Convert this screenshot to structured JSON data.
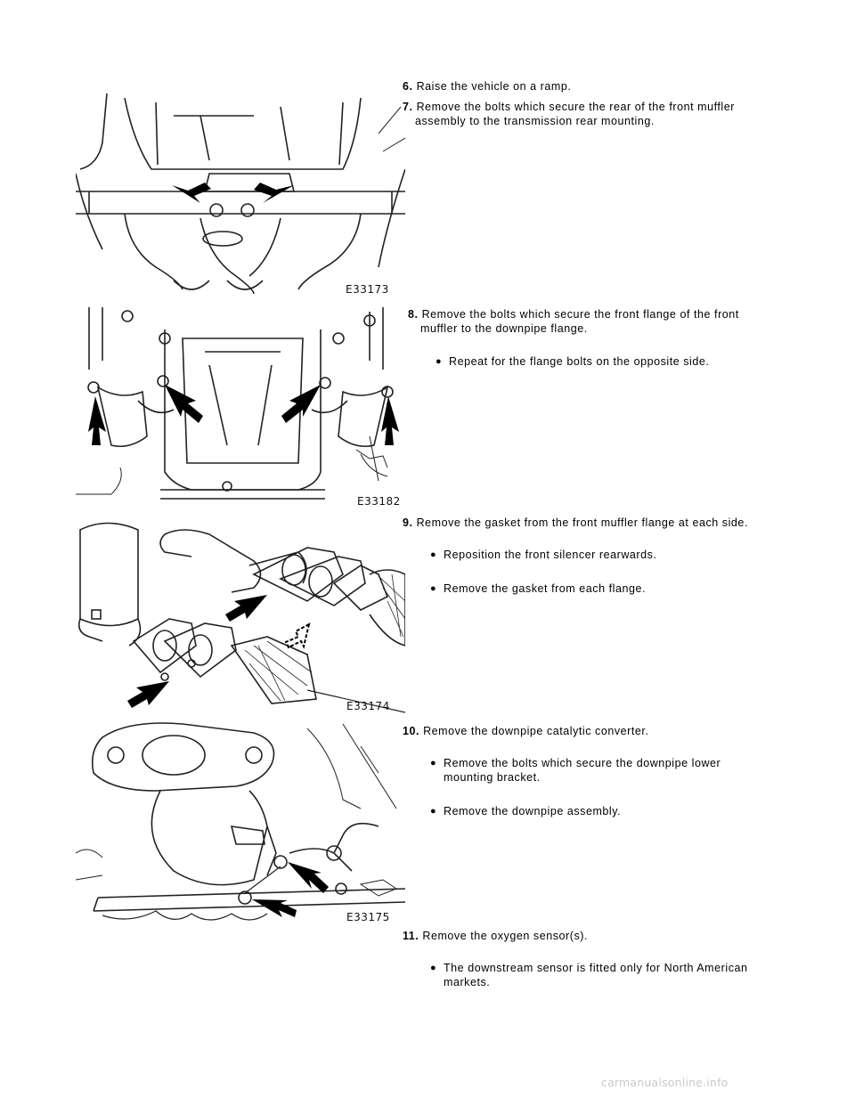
{
  "figures": [
    {
      "code": "E33173"
    },
    {
      "code": "E33182"
    },
    {
      "code": "E33174"
    },
    {
      "code": "E33175"
    }
  ],
  "steps": [
    {
      "num": "6.",
      "text": "Raise the vehicle on a ramp."
    },
    {
      "num": "7.",
      "text": "Remove the bolts which secure the rear of the front muffler",
      "text2": "assembly to the transmission rear mounting."
    },
    {
      "num": "8.",
      "text": "Remove the bolts which secure the front flange of the front",
      "text2": "muffler to the downpipe flange."
    },
    {
      "num": "9.",
      "text": "Remove the gasket from the front muffler flange at each side."
    },
    {
      "num": "10.",
      "text": "Remove the downpipe catalytic converter."
    },
    {
      "num": "11.",
      "text": "Remove the oxygen sensor(s)."
    }
  ],
  "bullets": {
    "b8_1": "Repeat for the flange bolts on the opposite side.",
    "b9_1": "Reposition the front silencer rearwards.",
    "b9_2": "Remove the gasket from each flange.",
    "b10_1": "Remove the bolts which secure the downpipe lower",
    "b10_1b": "mounting bracket.",
    "b10_2": "Remove the downpipe assembly.",
    "b11_1": "The downstream sensor is fitted only for North American",
    "b11_1b": "markets."
  },
  "bullet_glyph": "●",
  "watermark": "carmanualsonline.info"
}
